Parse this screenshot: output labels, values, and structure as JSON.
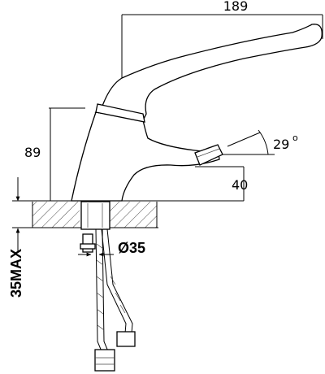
{
  "dimensions": {
    "width_total": "189",
    "height_body": "89",
    "handle_angle": "29",
    "spout_height": "40",
    "hole_diameter": "Ø35",
    "mount_thickness": "35MAX"
  },
  "units": {
    "degree_symbol": "o"
  }
}
